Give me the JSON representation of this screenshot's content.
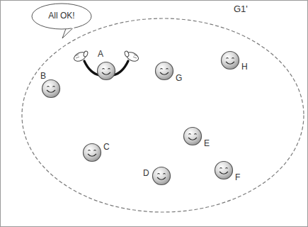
{
  "diagram": {
    "nodes": [
      {
        "text": [
          "G1'"
        ]
      },
      {
        "text": [
          "All OK!"
        ]
      },
      {
        "text": [
          "A"
        ],
        "in": 0
      },
      {
        "text": [
          "B"
        ],
        "in": 0
      },
      {
        "text": [
          "C"
        ],
        "in": 0
      },
      {
        "text": [
          "D"
        ],
        "in": 0
      },
      {
        "text": [
          "E"
        ],
        "in": 0
      },
      {
        "text": [
          "F"
        ],
        "in": 0
      },
      {
        "text": [
          "G"
        ],
        "in": 0
      },
      {
        "text": [
          "H"
        ],
        "in": 0
      }
    ]
  }
}
